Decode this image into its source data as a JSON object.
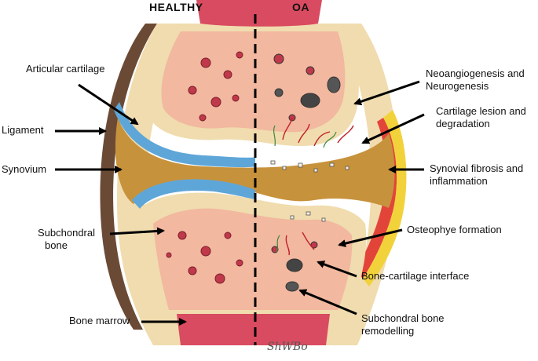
{
  "headers": {
    "left": "HEALTHY",
    "right": "OA"
  },
  "labels": {
    "articular_cartilage": "Articular cartilage",
    "ligament": "Ligament",
    "synovium": "Synovium",
    "subchondral_bone_1": "Subchondral",
    "subchondral_bone_2": "bone",
    "bone_marrow": "Bone marrow",
    "neoangiogenesis_1": "Neoangiogenesis and",
    "neoangiogenesis_2": "Neurogenesis",
    "cartilage_lesion_1": "Cartilage lesion and",
    "cartilage_lesion_2": "degradation",
    "synovial_fibrosis_1": "Synovial fibrosis and",
    "synovial_fibrosis_2": "inflammation",
    "osteophyte": "Osteophye formation",
    "interface": "Bone-cartilage interface",
    "remodelling_1": "Subchondral bone",
    "remodelling_2": "remodelling"
  },
  "signature": "ShWBo",
  "colors": {
    "bone": "#f2b8a0",
    "cortex": "#f0dcae",
    "cartilage": "#5fa6d8",
    "synovial_fluid": "#c7923c",
    "marrow": "#d94b60",
    "ligament": "#6b4a35",
    "inflamed": "#e3443a",
    "fibrosis_yellow": "#f2d23a"
  }
}
